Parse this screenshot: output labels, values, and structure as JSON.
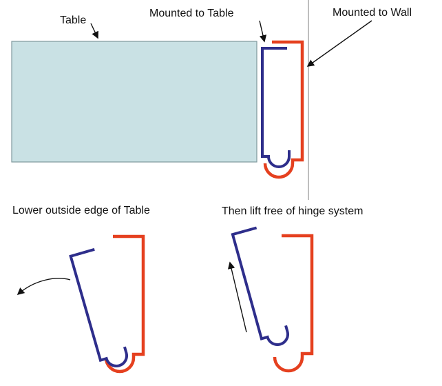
{
  "labels": {
    "table": "Table",
    "mounted_to_table": "Mounted to Table",
    "mounted_to_wall": "Mounted to Wall",
    "step_lower": "Lower outside edge of Table",
    "step_lift": "Then lift free of hinge system"
  },
  "colors": {
    "bracket_table": "#2e2e8b",
    "bracket_wall": "#e5401f",
    "table_fill": "#c9e1e4",
    "table_border": "#7f989c",
    "wall_line": "#a8a8a8",
    "ink": "#111111",
    "bg": "#ffffff"
  },
  "icons": {
    "arrow_table": "arrowhead-pointer",
    "arrow_mounted_to_table": "arrowhead-pointer",
    "arrow_mounted_to_wall": "arrowhead-pointer",
    "arrow_lower_motion": "curved-motion-arrow",
    "arrow_lift_motion": "straight-motion-arrow"
  }
}
